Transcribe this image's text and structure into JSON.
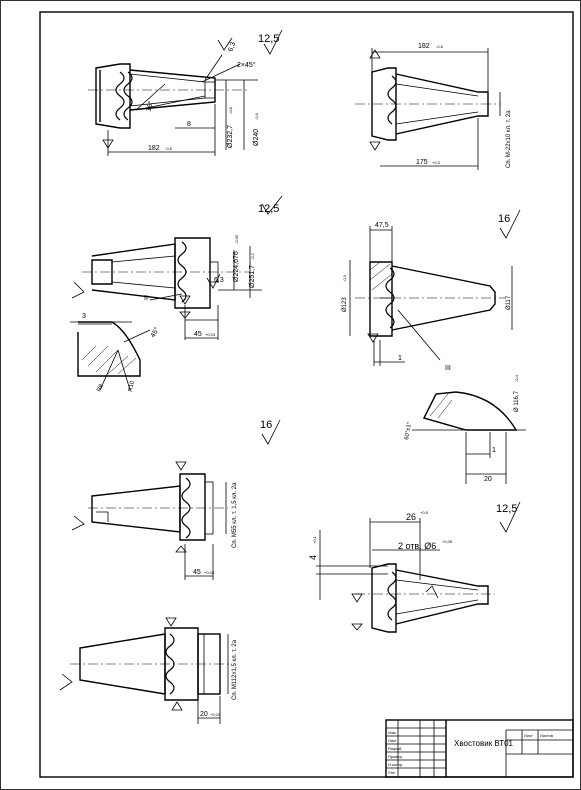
{
  "views": {
    "v1": {
      "roughness": "12,5",
      "rough_corner": "6,3",
      "chamfer": "2×45°",
      "angle": "16°",
      "dim_8": "8",
      "dim_len": "182",
      "dim_len_tol": "-0,6",
      "dia1": "Ø232,7",
      "dia1_tol": "-0,8",
      "dia2": "Ø240",
      "dia2_tol": "-0,6"
    },
    "v2": {
      "dim_len": "182",
      "dim_len_tol": "-0,6",
      "dim_175": "175",
      "dim_175_tol": "+0,3",
      "thread": "Сп. М-22x10 кл. т. 2а"
    },
    "v3": {
      "roughness": "12,5",
      "rough_corner": "6,3",
      "dia1": "Ø224,676",
      "dia1_tol": "-0,05",
      "dia2": "Ø251,7",
      "dia2_tol": "-0,2",
      "leader": "II",
      "dim_45": "45",
      "dim_45_tol": "+0,03",
      "detail_3": "3",
      "detail_angle": "45°",
      "detail_r8": "R8",
      "detail_r10": "R10"
    },
    "v4": {
      "roughness": "16",
      "dim_47": "47,5",
      "dia1": "Ø123",
      "dia1_tol": "-0,3",
      "dia2": "Ø117",
      "dim_1": "1",
      "leader": "III",
      "detail_angle": "60°±1°",
      "detail_dia": "Ø 116,7",
      "detail_dia_tol": "-0,4",
      "detail_1": "1",
      "detail_20": "20"
    },
    "v5": {
      "roughness": "16",
      "thread": "Сп. М55 кл. т. 1,5 кл. 2а",
      "dim_45": "45",
      "dim_45_tol": "+0,03"
    },
    "v6": {
      "roughness": "12,5",
      "dim_26": "26",
      "dim_26_tol": "+0,5",
      "holes": "2 отв. Ø6",
      "holes_tol": "+0,05",
      "dim_4": "4",
      "dim_4_tol": "+0,1"
    },
    "v7": {
      "thread": "Сп. М112x1,5 кл. т. 2а",
      "dim_20": "20",
      "dim_20_tol": "+0,03"
    }
  },
  "title_block": {
    "title": "Хвостовик ВТ01",
    "rows_left": [
      "Изм.",
      "Лист",
      "Разраб.",
      "Провер.",
      "Н.контр.",
      "Утв."
    ],
    "sheet": "Лист",
    "sheets": "Листов"
  }
}
